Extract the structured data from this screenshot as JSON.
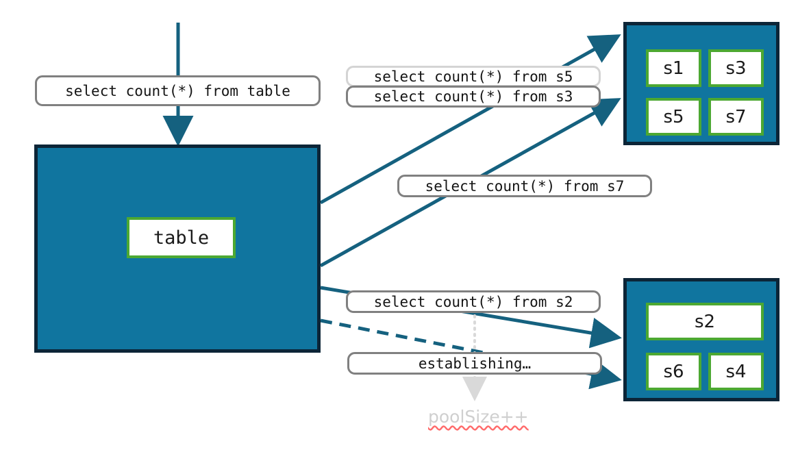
{
  "diagram": {
    "title": "connection pool query routing",
    "colors": {
      "container_fill": "#10759f",
      "container_border": "#0c2537",
      "node_border": "#4ca832",
      "node_fill": "#ffffff",
      "arrow": "#15617f",
      "label_border": "#808080",
      "label_border_light": "#d4d4d4",
      "dotted_guide": "#d9d9d9",
      "pool_note_text": "#cfcfcf",
      "spellcheck_underline": "#ff6b6b"
    }
  },
  "entry": {
    "query_label": "select count(*) from table"
  },
  "table_container": {
    "node_label": "table"
  },
  "server_group_top": {
    "nodes": [
      {
        "label": "s1"
      },
      {
        "label": "s3"
      },
      {
        "label": "s5"
      },
      {
        "label": "s7"
      }
    ]
  },
  "server_group_bottom": {
    "nodes": [
      {
        "label": "s2"
      },
      {
        "label": "s6"
      },
      {
        "label": "s4"
      }
    ]
  },
  "query_labels": [
    {
      "id": "s5",
      "text": "select count(*) from s5",
      "border": "light"
    },
    {
      "id": "s3",
      "text": "select count(*) from s3",
      "border": "normal"
    },
    {
      "id": "s7",
      "text": "select count(*) from s7",
      "border": "normal"
    },
    {
      "id": "s2",
      "text": "select count(*) from s2",
      "border": "normal"
    },
    {
      "id": "establishing",
      "text": "establishing…",
      "border": "normal"
    }
  ],
  "annotation": {
    "pool_size": "poolSize++"
  }
}
